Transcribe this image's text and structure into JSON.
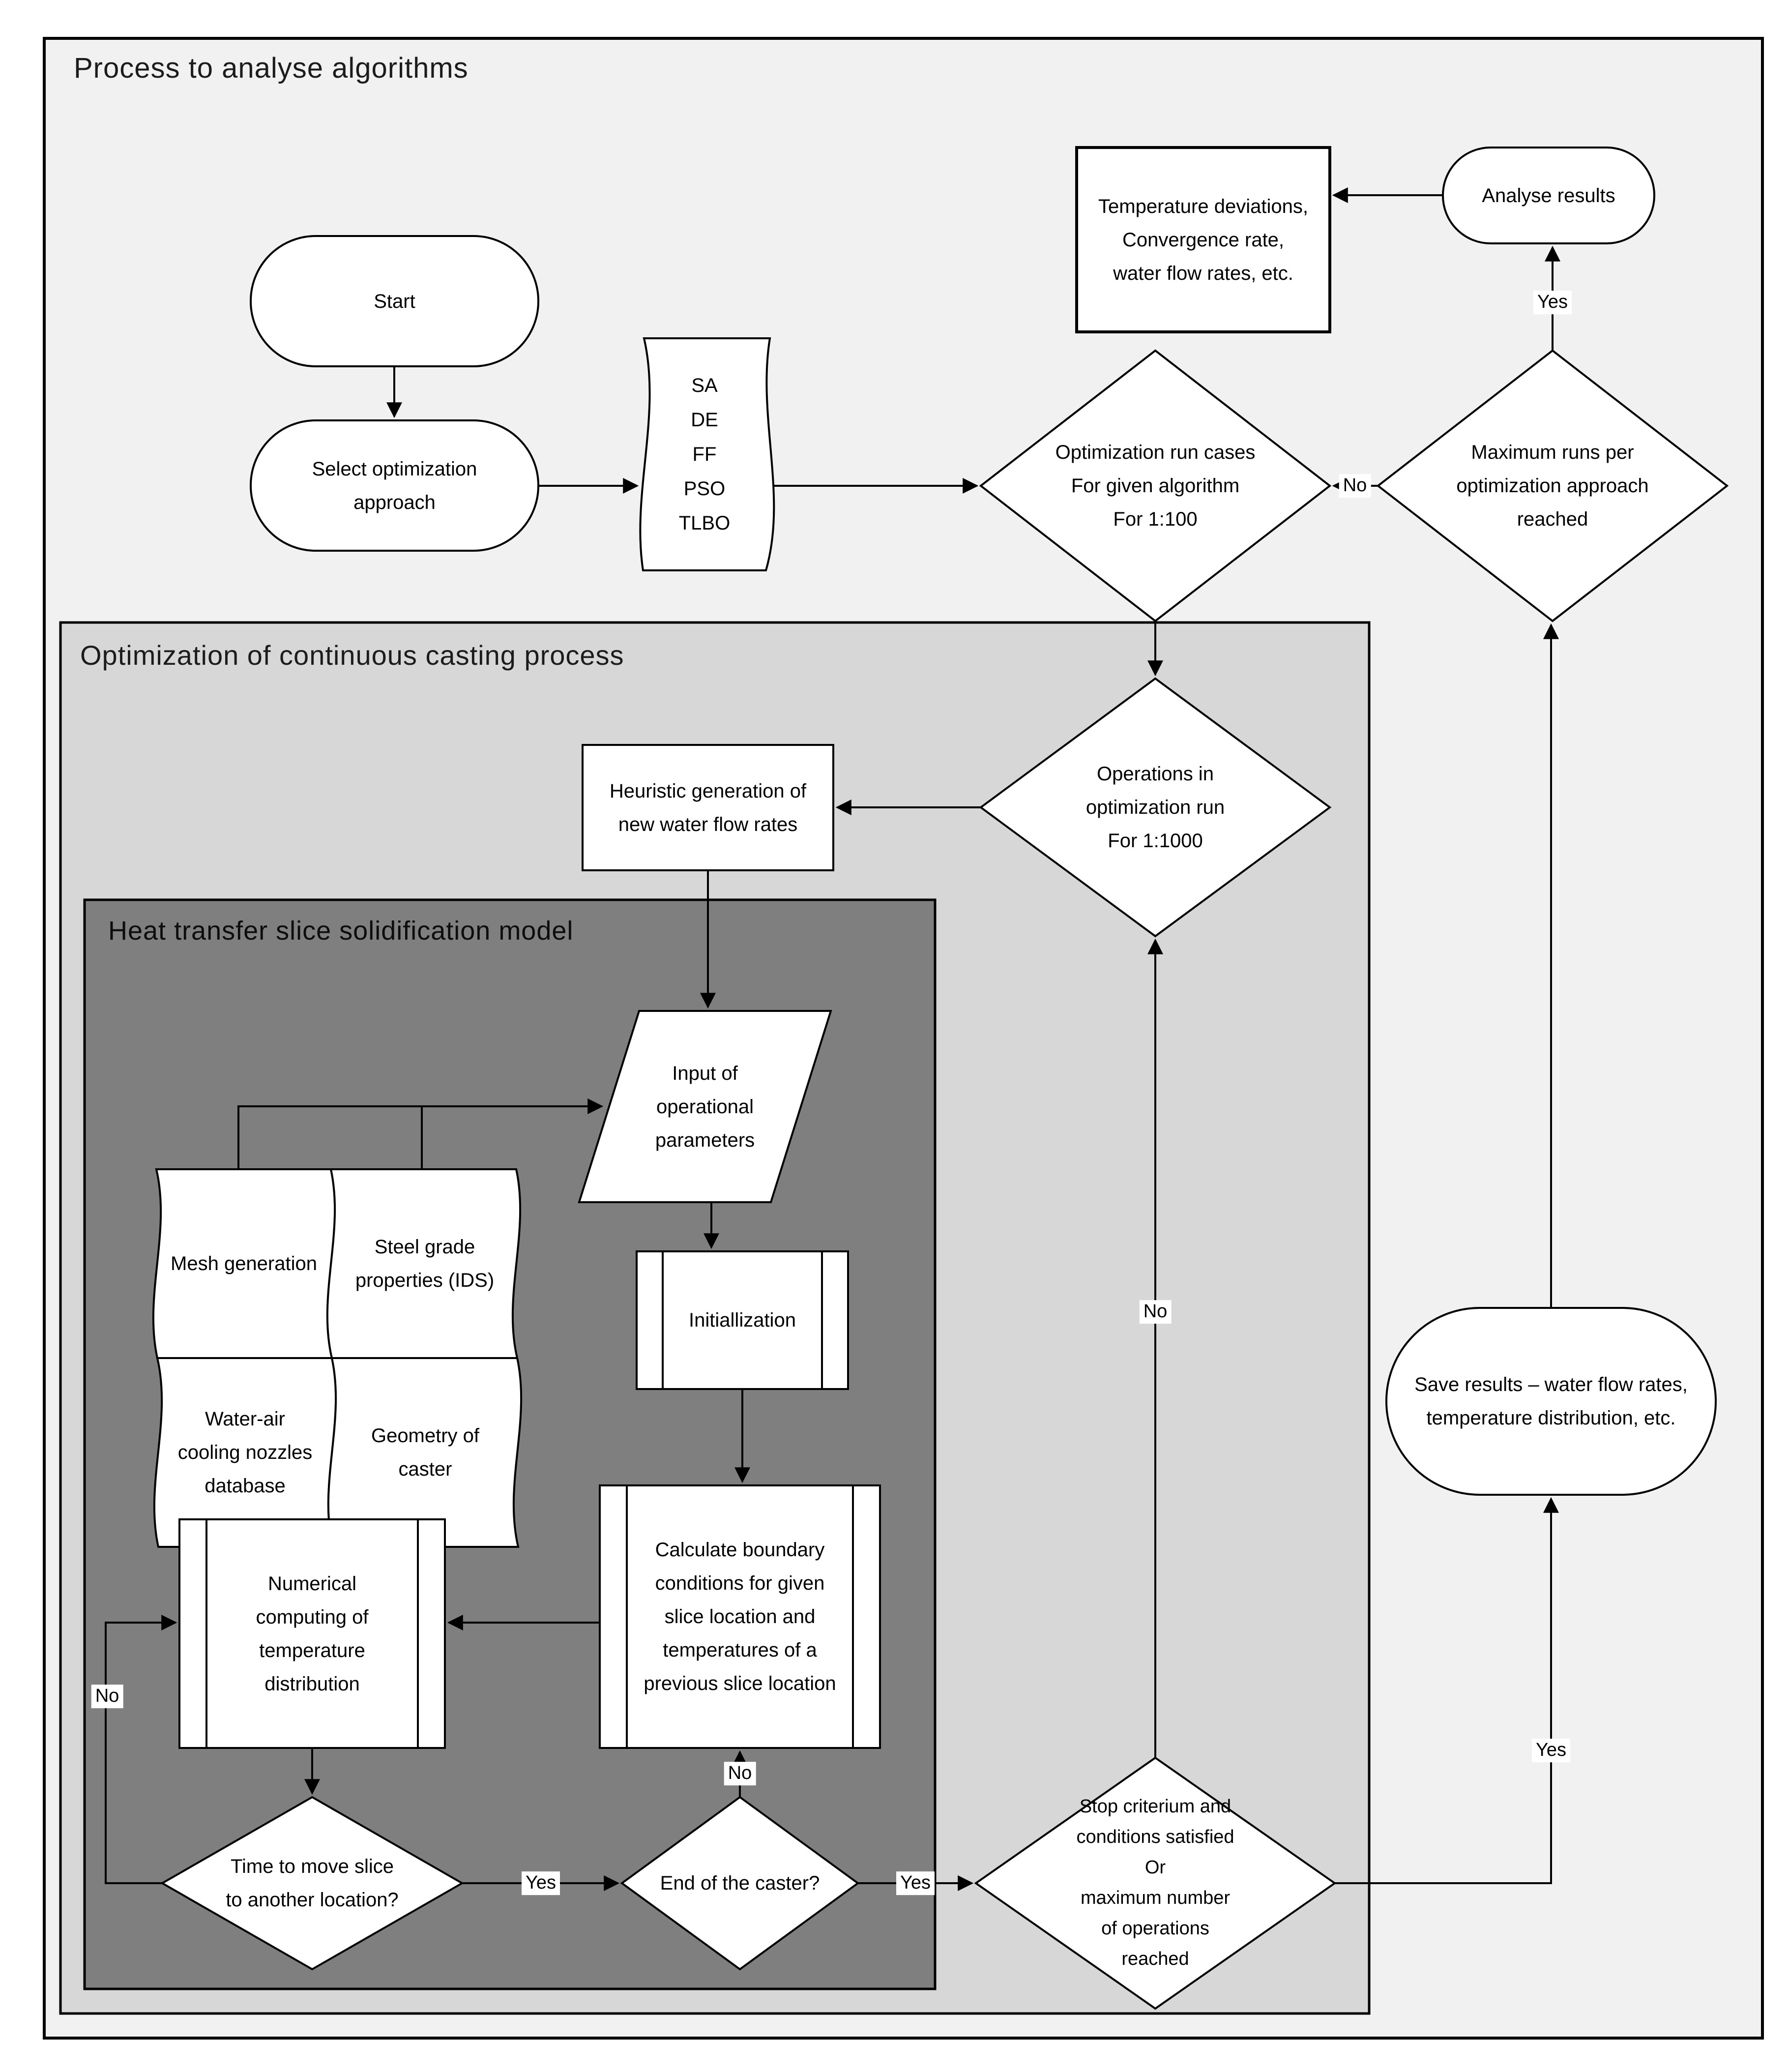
{
  "titles": {
    "outer": "Process to analyse algorithms",
    "optimization": "Optimization of continuous casting process",
    "heat": "Heat transfer slice solidification model"
  },
  "nodes": {
    "start": "Start",
    "select": "Select optimization\napproach",
    "algorithms": "SA\nDE\nFF\nPSO\nTLBO",
    "run_cases": "Optimization run cases\nFor given algorithm\nFor 1:100",
    "max_runs": "Maximum runs per\noptimization approach\nreached",
    "analyse": "Analyse results",
    "results_info": "Temperature deviations,\nConvergence rate,\nwater flow rates, etc.",
    "operations": "Operations in\noptimization run\nFor 1:1000",
    "heuristic": "Heuristic generation of\nnew water flow rates",
    "input_params": "Input of\noperational\nparameters",
    "mesh": "Mesh generation",
    "steel": "Steel grade\nproperties (IDS)",
    "water_air": "Water-air\ncooling nozzles\ndatabase",
    "geometry": "Geometry of\ncaster",
    "initialization": "Initiallization",
    "calculate": "Calculate boundary\nconditions for given\nslice location and\ntemperatures of a\nprevious slice location",
    "numerical": "Numerical\ncomputing of\ntemperature\ndistribution",
    "time_move": "Time to move slice\nto another location?",
    "end_caster": "End of the caster?",
    "stop_criterium": "Stop criterium and\nconditions satisfied\nOr\nmaximum number\nof operations\nreached",
    "save_results": "Save results – water flow rates,\ntemperature distribution, etc."
  },
  "edge_labels": {
    "yes_analyse": "Yes",
    "no_runs": "No",
    "yes_time": "Yes",
    "no_end": "No",
    "yes_end": "Yes",
    "no_loop": "No",
    "no_stop": "No",
    "yes_save": "Yes"
  },
  "colors": {
    "outer_bg": "#f1f1f1",
    "optimization_bg": "#d7d7d7",
    "heat_bg": "#7f7f7f",
    "shape_fill": "#ffffff",
    "line": "#000000"
  }
}
